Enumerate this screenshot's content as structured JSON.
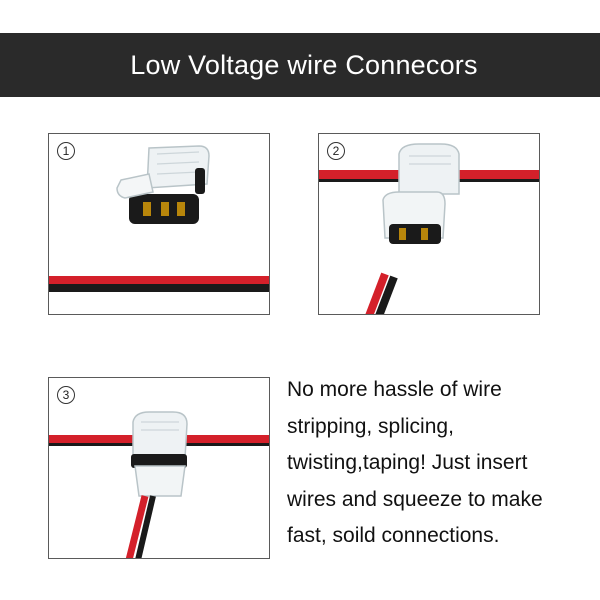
{
  "header": {
    "title": "Low Voltage wire Connecors"
  },
  "panels": [
    {
      "step": "1"
    },
    {
      "step": "2"
    },
    {
      "step": "3"
    }
  ],
  "description": {
    "lines": [
      "No more hassle of wire",
      "stripping, splicing,",
      "twisting,taping! Just insert",
      "wires and squeeze to make",
      "fast, soild connections."
    ]
  },
  "colors": {
    "banner": "#2a2a2a",
    "wire_red": "#d4202a",
    "wire_black": "#1a1a1a"
  }
}
